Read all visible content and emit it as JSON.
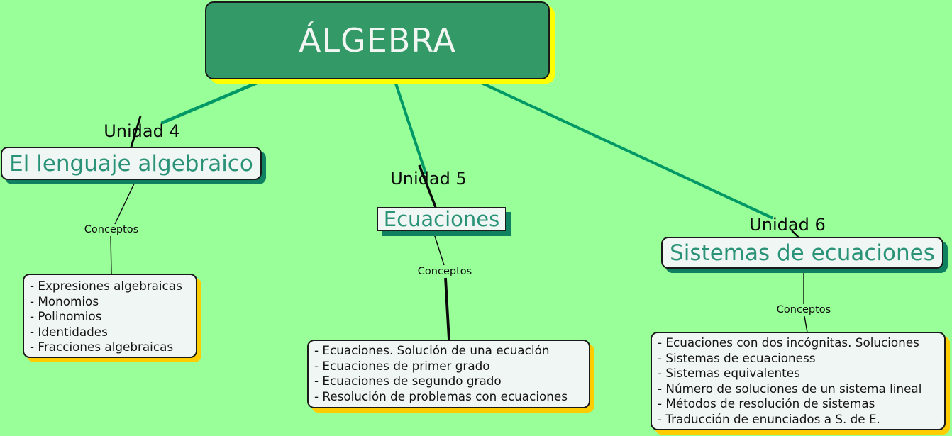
{
  "colors": {
    "background": "#99ff99",
    "root_fill": "#339966",
    "root_text": "#f2f6f2",
    "teal_text": "#2a9377",
    "node_fill": "#f0f6f4",
    "line_green": "#009966",
    "line_black": "#0a0a0a",
    "shadow_yellow": "#ffff00",
    "shadow_gold": "#ffcc00",
    "shadow_green": "#0f8060"
  },
  "root": {
    "title": "ÁLGEBRA"
  },
  "branches": [
    {
      "unit_label": "Unidad 4",
      "topic": "El lenguaje algebraico",
      "link_label": "Conceptos",
      "concepts": [
        "- Expresiones algebraicas",
        "- Monomios",
        "- Polinomios",
        "- Identidades",
        "- Fracciones algebraicas"
      ]
    },
    {
      "unit_label": "Unidad 5",
      "topic": "Ecuaciones",
      "link_label": "Conceptos",
      "concepts": [
        "- Ecuaciones. Solución de una ecuación",
        "- Ecuaciones de primer grado",
        "- Ecuaciones de segundo grado",
        "- Resolución de problemas con ecuaciones"
      ]
    },
    {
      "unit_label": "Unidad 6",
      "topic": "Sistemas de ecuaciones",
      "link_label": "Conceptos",
      "concepts": [
        "- Ecuaciones con dos incógnitas. Soluciones",
        "- Sistemas de ecuacioness",
        "- Sistemas equivalentes",
        "- Número de soluciones de un sistema lineal",
        "- Métodos de resolución de sistemas",
        "- Traducción de enunciados a S. de E."
      ]
    }
  ]
}
